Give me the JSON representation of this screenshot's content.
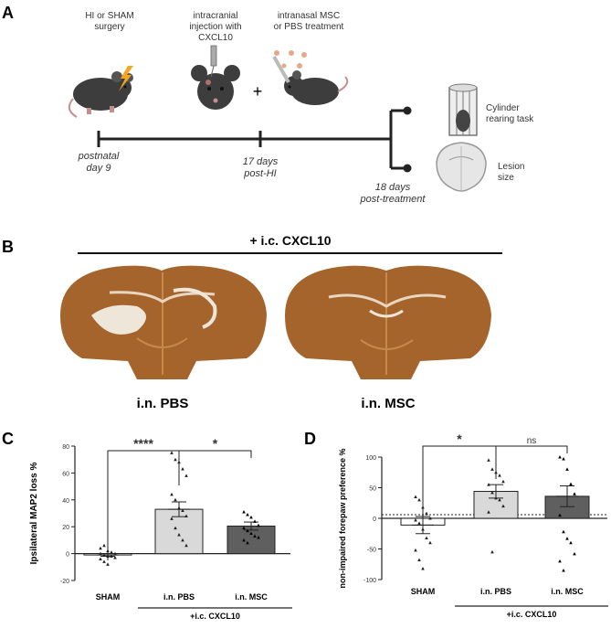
{
  "panels": {
    "a": "A",
    "b": "B",
    "c": "C",
    "d": "D"
  },
  "timeline": {
    "step1": [
      "HI or SHAM",
      "surgery"
    ],
    "step2": [
      "intracranial",
      "injection with",
      "CXCL10"
    ],
    "plus": "+",
    "step3": [
      "intranasal MSC",
      "or PBS treatment"
    ],
    "t1": [
      "postnatal",
      "day 9"
    ],
    "t2": [
      "17 days",
      "post-HI"
    ],
    "t3": [
      "18 days",
      "post-treatment"
    ],
    "out1": [
      "Cylinder",
      "rearing task"
    ],
    "out2": [
      "Lesion",
      "size"
    ]
  },
  "panel_b": {
    "title": "+ i.c. CXCL10",
    "left": "i.n. PBS",
    "right": "i.n. MSC"
  },
  "colors": {
    "brain": "#a5642c",
    "brain_light": "#c58a4a",
    "sham": "#ffffff",
    "pbs": "#d9d9d9",
    "msc": "#5f5f5f",
    "lightning": "#f5a623"
  },
  "chart_data": [
    {
      "type": "bar",
      "panel": "C",
      "categories": [
        "SHAM",
        "i.n. PBS",
        "i.n. MSC"
      ],
      "values": [
        -1,
        33,
        20.5
      ],
      "errors": [
        1,
        5.5,
        3
      ],
      "points": [
        [
          4,
          6,
          2,
          1,
          0,
          0,
          -1,
          -2,
          -2,
          -3,
          -4,
          -6,
          -8
        ],
        [
          75,
          70,
          68,
          63,
          58,
          44,
          40,
          34,
          32,
          28,
          26,
          19,
          14,
          10,
          6
        ],
        [
          31,
          29,
          27,
          24,
          21,
          19,
          17,
          15,
          13,
          12,
          10,
          8
        ]
      ],
      "ylabel": "Ipsilateral MAP2 loss %",
      "ylim": [
        -20,
        80
      ],
      "yticks": [
        -20,
        0,
        20,
        40,
        60,
        80
      ],
      "group_label": "+i.c. CXCL10",
      "significance": [
        {
          "from": 0,
          "to": 1,
          "label": "****"
        },
        {
          "from": 1,
          "to": 2,
          "label": "*"
        }
      ]
    },
    {
      "type": "bar",
      "panel": "D",
      "categories": [
        "SHAM",
        "i.n. PBS",
        "i.n. MSC"
      ],
      "values": [
        -11,
        44,
        36
      ],
      "errors": [
        14,
        11,
        17
      ],
      "points": [
        [
          35,
          30,
          18,
          8,
          0,
          -3,
          -8,
          -18,
          -32,
          -40,
          -52,
          -68,
          -82
        ],
        [
          95,
          80,
          75,
          70,
          60,
          55,
          42,
          33,
          30,
          20,
          10,
          -55
        ],
        [
          100,
          97,
          80,
          56,
          40,
          5,
          -22,
          -33,
          -40,
          -58,
          -70,
          -85
        ]
      ],
      "ylabel": "non-impaired forepaw preference  %",
      "ylim": [
        -100,
        100
      ],
      "yticks": [
        -100,
        -50,
        0,
        50,
        100
      ],
      "axis_break": [
        0,
        0
      ],
      "group_label": "+i.c. CXCL10",
      "significance": [
        {
          "from": 0,
          "to": 1,
          "label": "*"
        },
        {
          "from": 1,
          "to": 2,
          "label": "ns"
        }
      ]
    }
  ]
}
